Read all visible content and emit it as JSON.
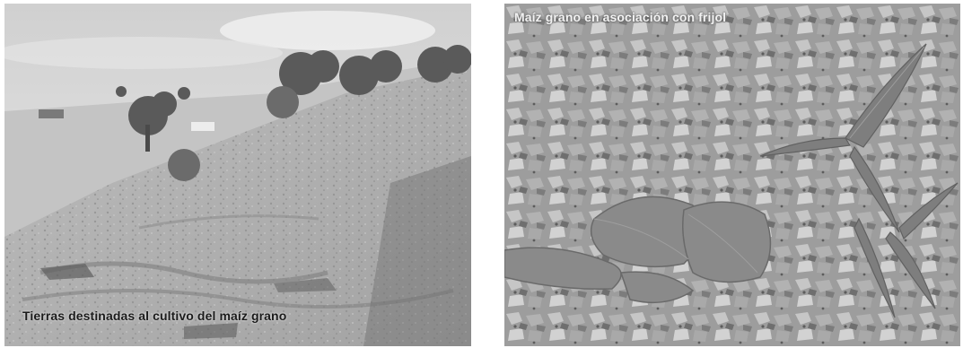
{
  "photos": [
    {
      "caption": "Tierras destinadas al cultivo del maíz grano",
      "icon": "hillside-field-photo"
    },
    {
      "caption": "Maíz grano en asociación con frijol",
      "icon": "seedlings-on-rocky-soil-photo"
    }
  ],
  "colors": {
    "sky": "#dcdcdc",
    "ground": "#a9a9a9",
    "vegetation": "#5a5a5a",
    "leaf": "#8a8a8a"
  }
}
